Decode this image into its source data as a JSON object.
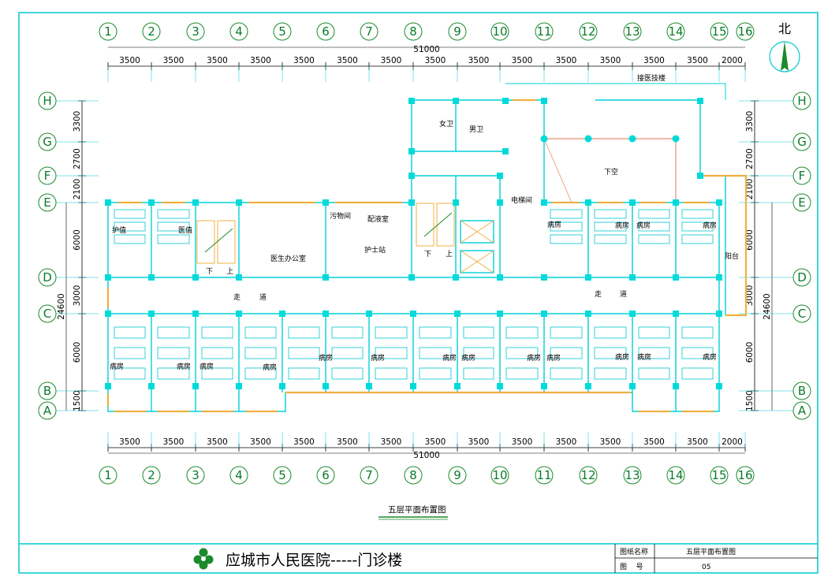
{
  "north": "北",
  "axes": {
    "columns": [
      "1",
      "2",
      "3",
      "4",
      "5",
      "6",
      "7",
      "8",
      "9",
      "10",
      "11",
      "12",
      "13",
      "14",
      "15",
      "16"
    ],
    "rows": [
      "H",
      "G",
      "F",
      "E",
      "D",
      "C",
      "B",
      "A"
    ]
  },
  "dimensions": {
    "total_width": "51000",
    "column_spans": [
      "3500",
      "3500",
      "3500",
      "3500",
      "3500",
      "3500",
      "3500",
      "3500",
      "3500",
      "3500",
      "3500",
      "3500",
      "3500",
      "3500",
      "2000"
    ],
    "row_spans": [
      "3300",
      "2700",
      "2100",
      "6000",
      "3000",
      "6000",
      "1500"
    ],
    "total_depth": "24600"
  },
  "rooms": {
    "nurse_duty": "护值",
    "doctor_duty": "医值",
    "dirty_room": "污物间",
    "dispensing": "配液室",
    "doctor_office": "医生办公室",
    "nurse_station": "护士站",
    "women_wc": "女卫",
    "men_wc": "男卫",
    "elevator_room": "电梯间",
    "void": "下空",
    "connect_corridor": "接医技楼",
    "balcony": "阳台",
    "corridor_word1": "走",
    "corridor_word2": "道",
    "ward": "病房",
    "stair_down": "下",
    "stair_up": "上"
  },
  "drawing_title": "五层平面布置图",
  "title_block": {
    "org_name": "应城市人民医院-----门诊楼",
    "drawing_name_label": "图纸名称",
    "drawing_name_value": "五层平面布置图",
    "drawing_no_label": "图    号",
    "drawing_no_value": "05"
  },
  "colors": {
    "frame": "#00c8d2",
    "wall": "#00d0d8",
    "column": "#00dada",
    "window": "#f0b040",
    "axis": "#0a7a2a",
    "void_outline": "#e89070",
    "logo": "#1a8a2a"
  }
}
